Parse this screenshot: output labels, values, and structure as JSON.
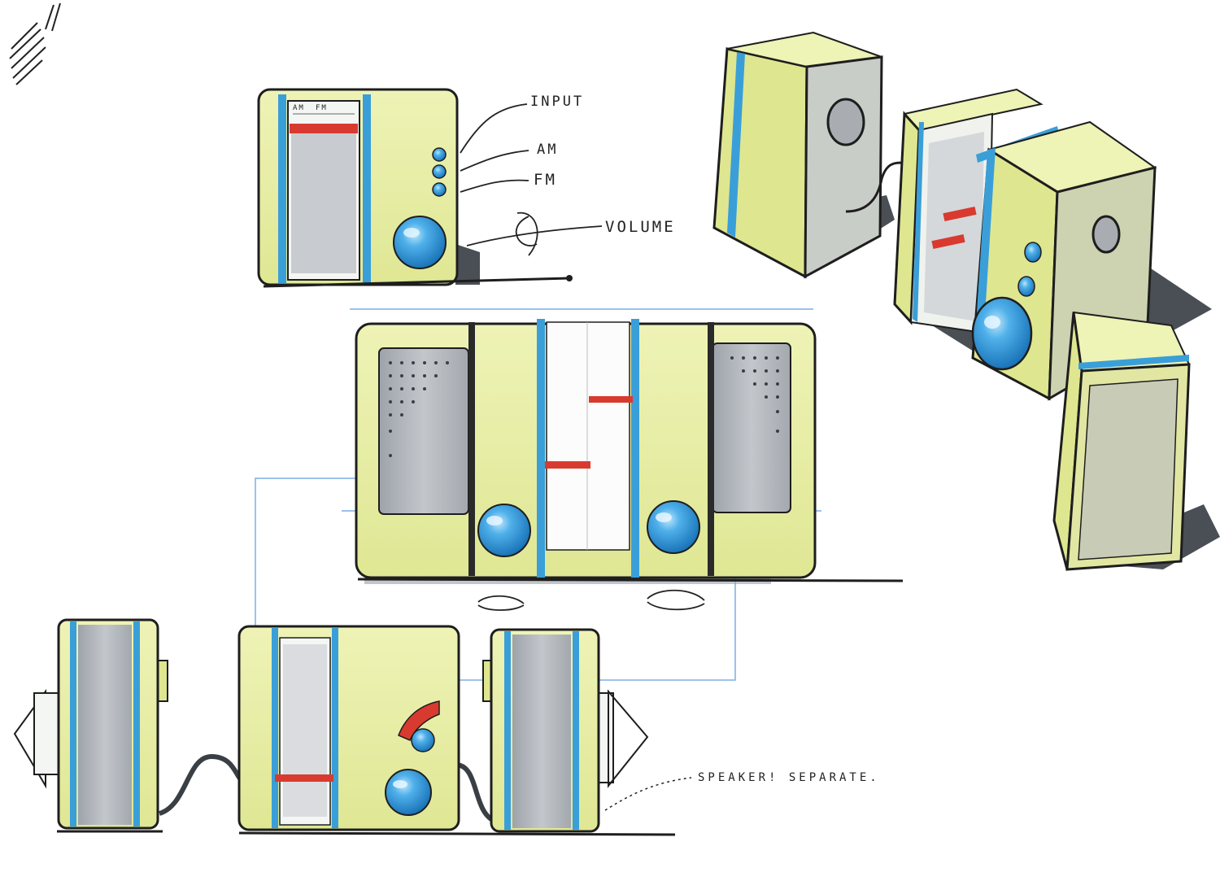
{
  "sketch": {
    "annotations": {
      "input": "INPUT",
      "am": "AM",
      "fm": "FM",
      "volume": "VOLUME",
      "speaker": "SPEAKER! SEPARATE.",
      "dial_am": "AM",
      "dial_fm": "FM"
    },
    "colors": {
      "body": "#e8eea0",
      "body_shade": "#d6de86",
      "accent_blue": "#3a9fd8",
      "knob_blue": "#2e98dc",
      "indicator_red": "#d93a30",
      "grille_gray": "#a8acb2",
      "shadow": "#4a4f55",
      "outline": "#1e1e1e",
      "construction": "#7aaee8"
    }
  }
}
